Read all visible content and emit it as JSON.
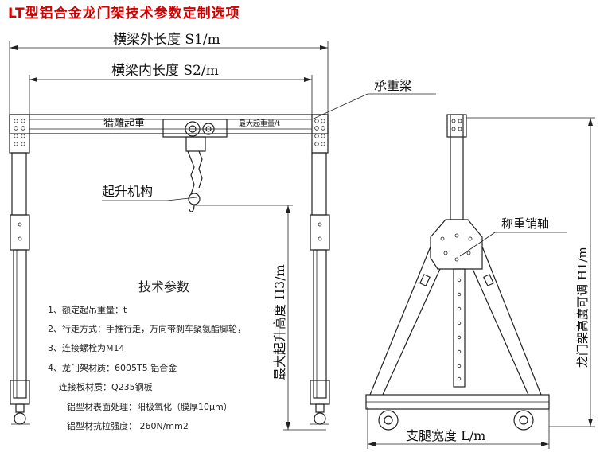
{
  "title": "LT型铝合金龙门架技术参数定制选项",
  "labels": {
    "beam_outer_length": "横梁外长度 S1/m",
    "beam_inner_length": "横梁内长度 S2/m",
    "load_beam": "承重梁",
    "beam_brand": "猎雕起重",
    "max_load": "最大起重量/t",
    "hoist": "起升机构",
    "lift_height": "最大起升高度 H3/m",
    "load_pin": "称重销轴",
    "gantry_height": "龙门架高度可调 H1/m",
    "leg_width": "支腿宽度 L/m"
  },
  "specs": {
    "heading": "技术参数",
    "items": [
      "1、额定起吊重量：t",
      "2、行走方式：手推行走，万向带刹车聚氨酯脚轮，",
      "3、连接螺栓为M14",
      "4、龙门架材质：6005T5 铝合金",
      "连接板材质：Q235钢板",
      "铝型材表面处理：阳极氧化（膜厚10μm）",
      "铝型材抗拉强度： 260N/mm2"
    ]
  }
}
